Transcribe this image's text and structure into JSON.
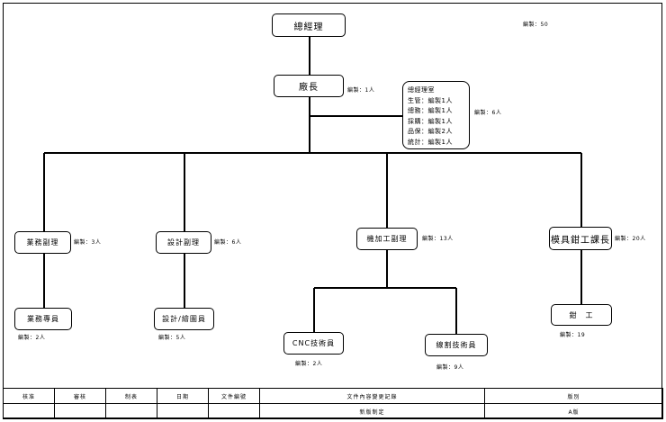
{
  "header": {
    "total_headcount": "編製：50"
  },
  "org": {
    "gm": "總經理",
    "plant_manager": {
      "label": "廠長",
      "note": "編製：1人"
    },
    "gm_office": {
      "title": "總經理室",
      "lines": [
        "生管：編製1人",
        "總務：編製1人",
        "採購：編製1人",
        "品保：編製2人",
        "統計：編製1人"
      ],
      "note": "編製：6人"
    },
    "sales_manager": {
      "label": "業務副理",
      "note": "編製：3人"
    },
    "design_manager": {
      "label": "設計副理",
      "note": "編製：6人"
    },
    "machining_manager": {
      "label": "機加工副理",
      "note": "編製：13人"
    },
    "mold_fitter_chief": {
      "label": "模具鉗工課長",
      "note": "編製：20人"
    },
    "sales_specialist": {
      "label": "業務專員",
      "note": "編製：2人"
    },
    "design_drafter": {
      "label": "設計/繪圖員",
      "note": "編製：5人"
    },
    "cnc_tech": {
      "label": "CNC技術員",
      "note": "編製：2人"
    },
    "wire_cut_tech": {
      "label": "線割技術員",
      "note": "編製：9人"
    },
    "fitter": {
      "label": "鉗　工",
      "note": "編製：19"
    }
  },
  "footer": {
    "headers": [
      "核准",
      "審核",
      "制表",
      "日期",
      "文件編號",
      "文件內容變更記錄",
      "版別"
    ],
    "row": [
      "",
      "",
      "",
      "",
      "",
      "新版制定",
      "A版"
    ]
  }
}
